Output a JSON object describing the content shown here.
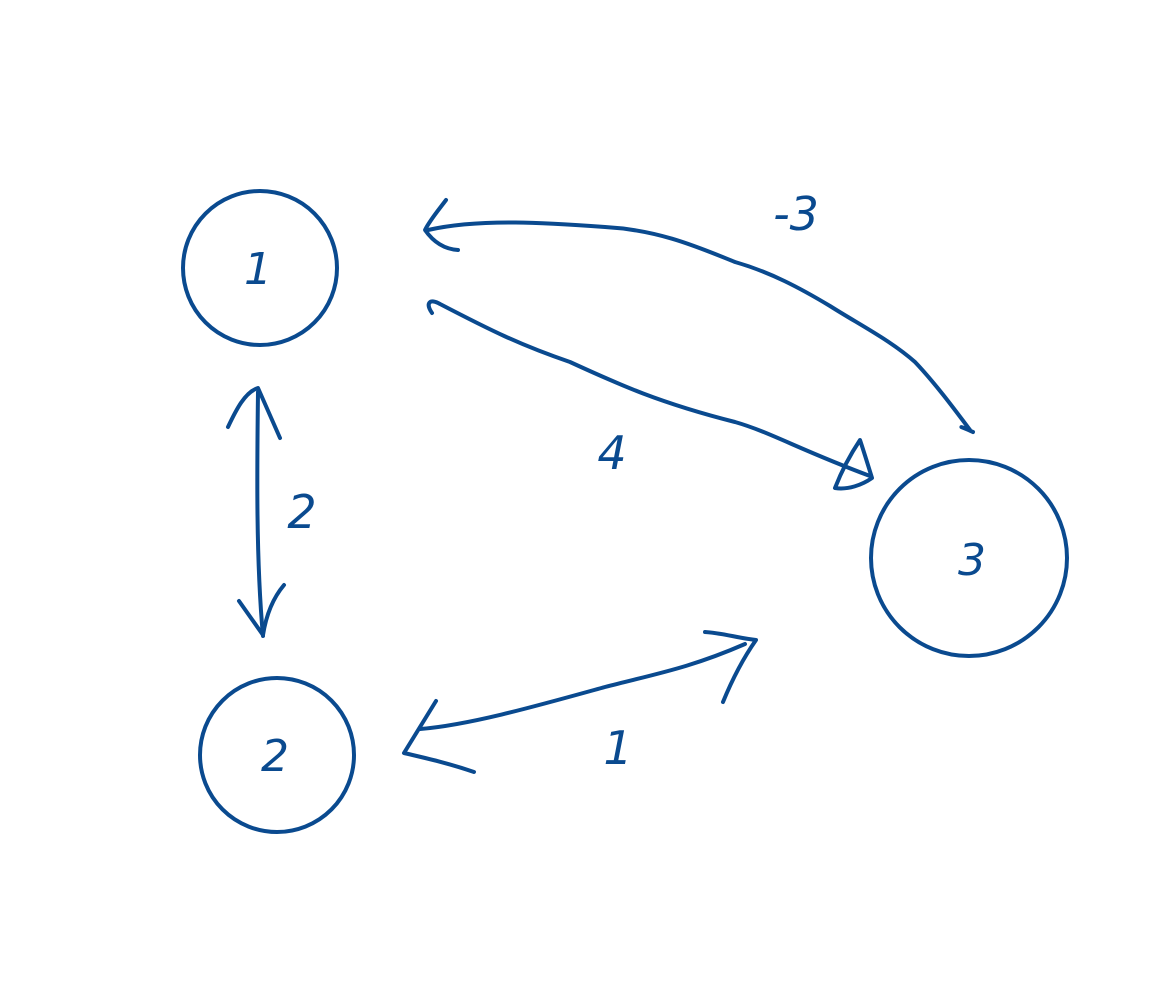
{
  "graph": {
    "nodes": [
      {
        "id": "1",
        "label": "1"
      },
      {
        "id": "2",
        "label": "2"
      },
      {
        "id": "3",
        "label": "3"
      }
    ],
    "edges": [
      {
        "from": "1",
        "to": "2",
        "label": "2",
        "bidirectional": true
      },
      {
        "from": "2",
        "to": "3",
        "label": "1",
        "bidirectional": true
      },
      {
        "from": "1",
        "to": "3",
        "label": "4",
        "bidirectional": false
      },
      {
        "from": "3",
        "to": "1",
        "label": "-3",
        "bidirectional": false
      }
    ]
  },
  "style": {
    "ink_color": "#0a4a8f",
    "background": "#ffffff"
  }
}
